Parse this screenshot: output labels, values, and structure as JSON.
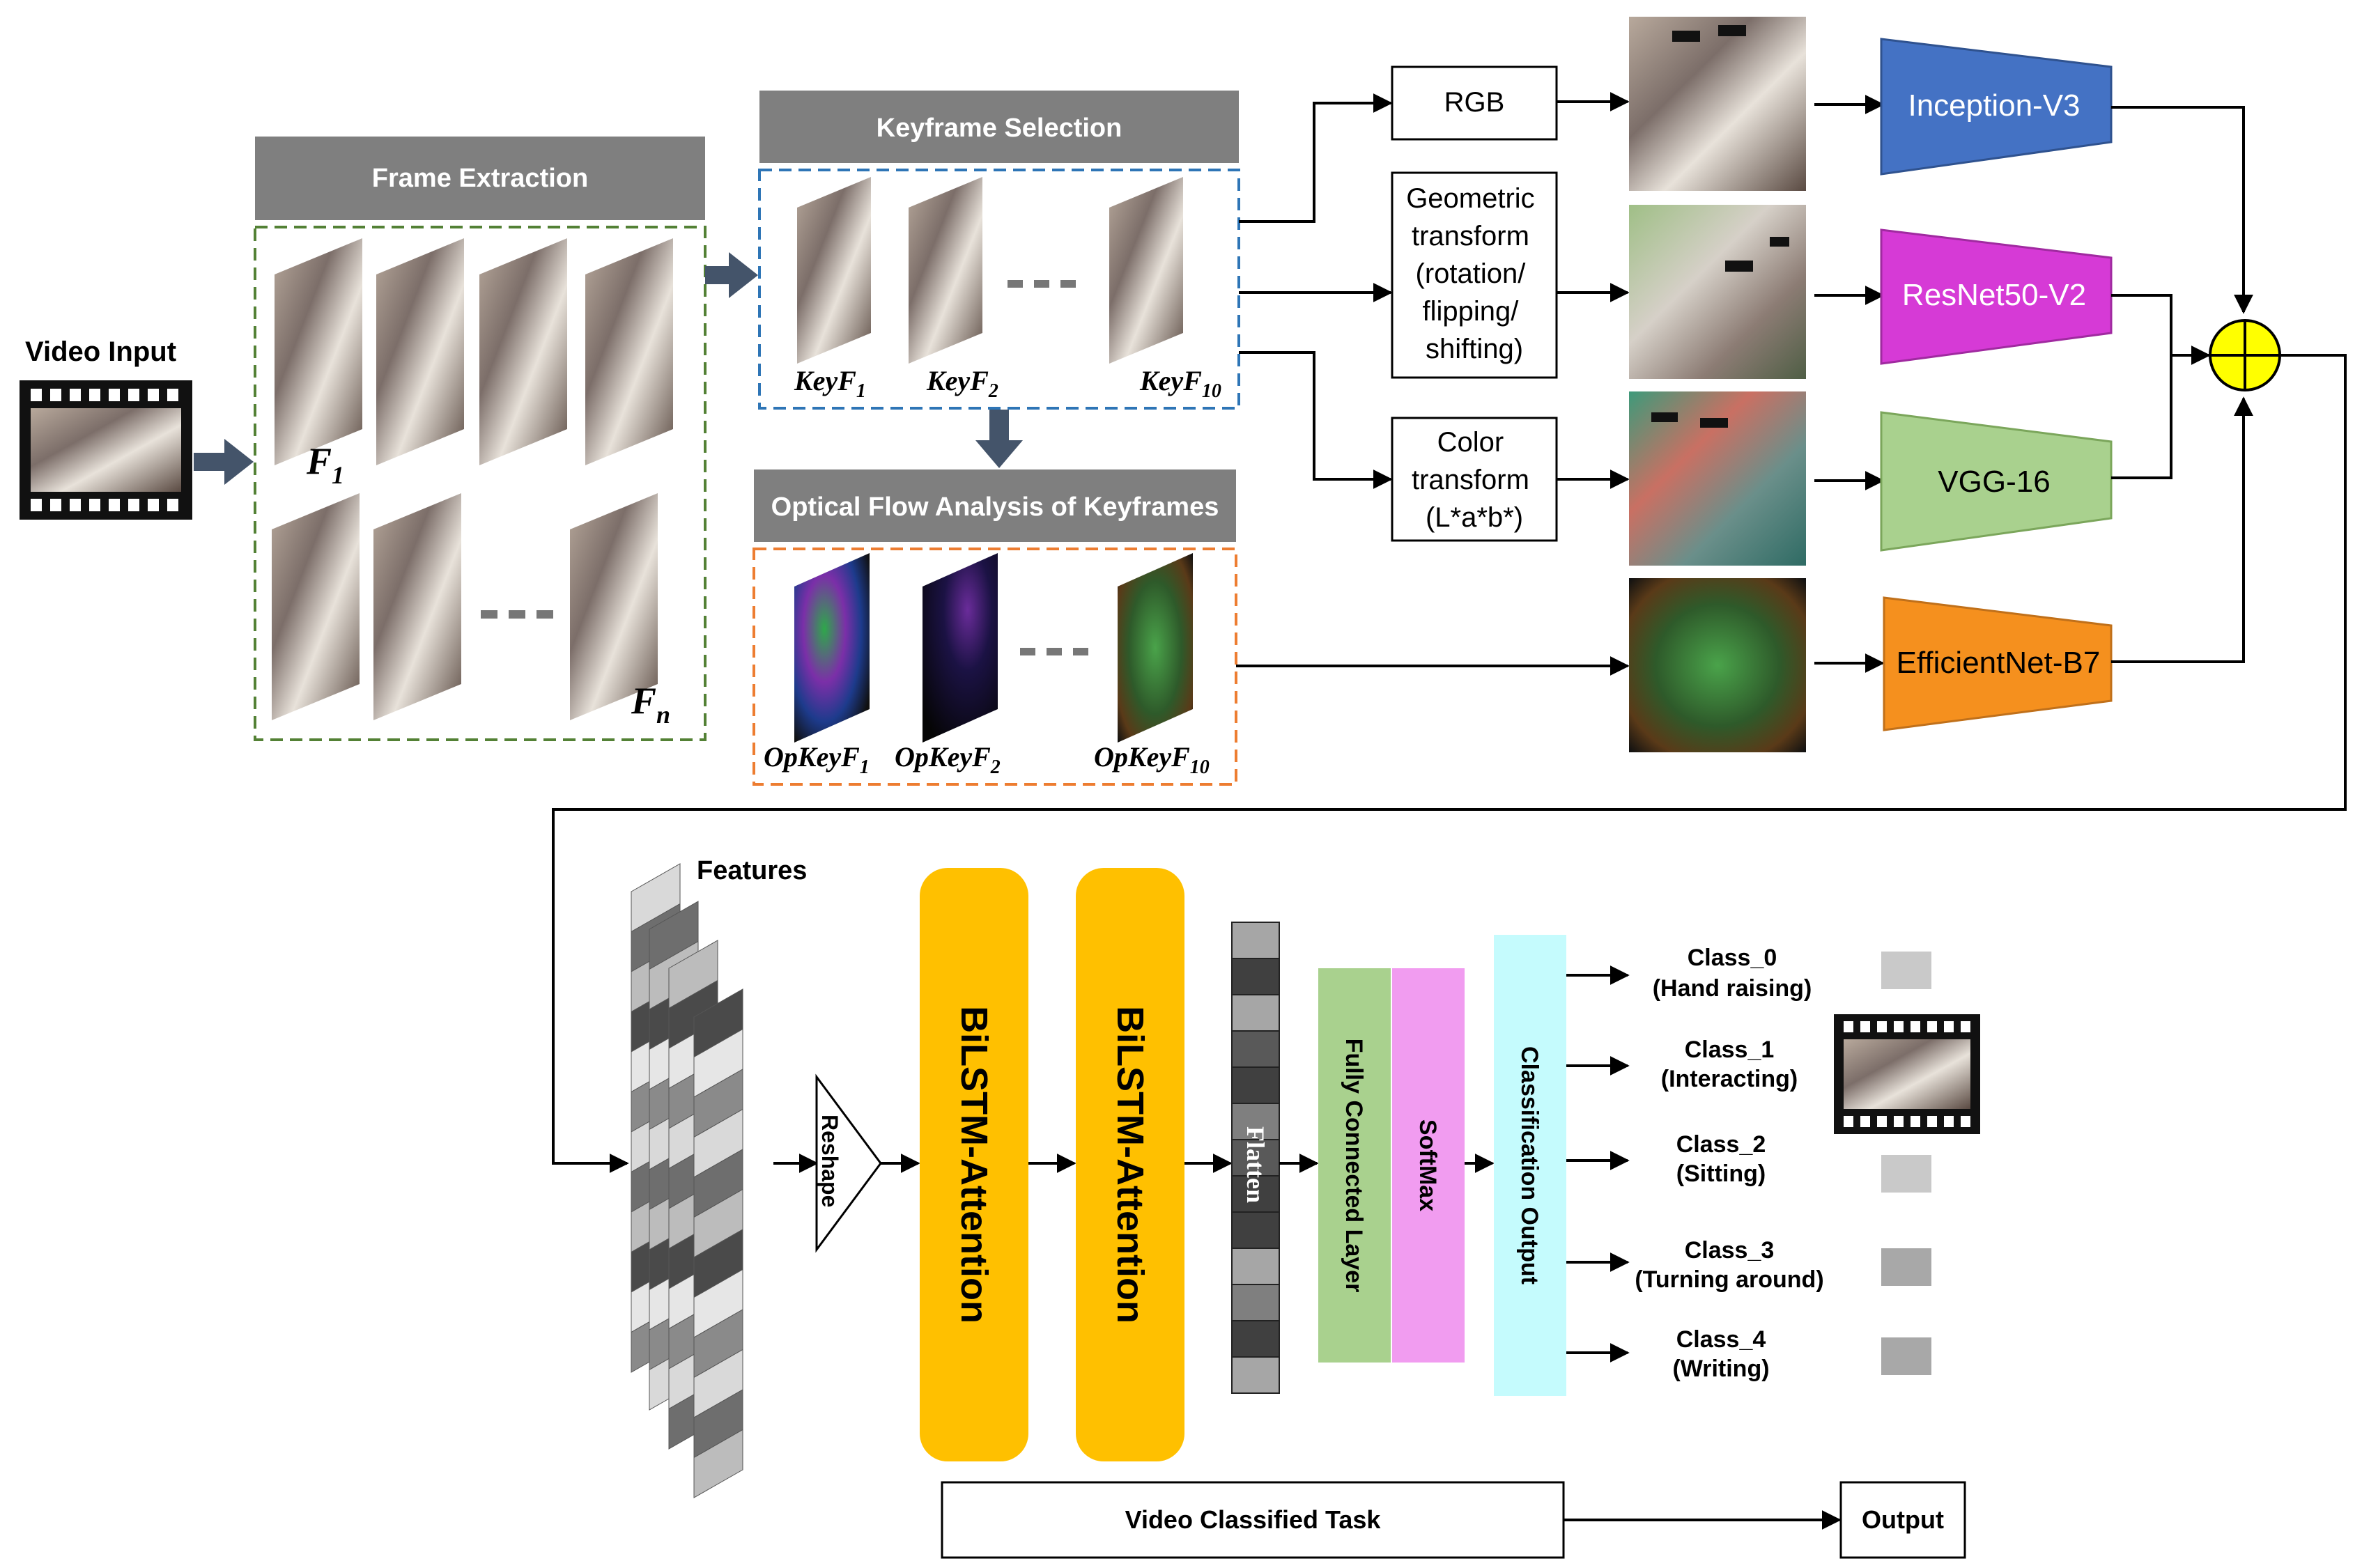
{
  "video_input": {
    "label": "Video Input"
  },
  "frame_extraction": {
    "title": "Frame Extraction",
    "f1": "F",
    "f1_sub": "1",
    "fn": "F",
    "fn_sub": "n"
  },
  "keyframe_selection": {
    "title": "Keyframe Selection",
    "k1": "KeyF",
    "k1_sub": "1",
    "k2": "KeyF",
    "k2_sub": "2",
    "k10": "KeyF",
    "k10_sub": "10"
  },
  "optical_flow": {
    "title": "Optical Flow Analysis of Keyframes",
    "o1": "OpKeyF",
    "o1_sub": "1",
    "o2": "OpKeyF",
    "o2_sub": "2",
    "o10": "OpKeyF",
    "o10_sub": "10"
  },
  "transforms": {
    "rgb": "RGB",
    "geometric": [
      "Geometric",
      "transform",
      "(rotation/",
      "flipping/",
      "shifting)"
    ],
    "color": [
      "Color",
      "transform",
      "(L*a*b*)"
    ]
  },
  "models": {
    "inception": "Inception-V3",
    "resnet": "ResNet50-V2",
    "vgg": "VGG-16",
    "efficientnet": "EfficientNet-B7"
  },
  "bottom": {
    "features": "Features",
    "reshape": "Reshape",
    "bilstm1": "BiLSTM-Attention",
    "bilstm2": "BiLSTM-Attention",
    "flatten": "Flatten",
    "fc": "Fully Connected Layer",
    "softmax": "SoftMax",
    "classification": "Classification Output"
  },
  "classes": [
    {
      "name": "Class_0",
      "desc": "(Hand raising)"
    },
    {
      "name": "Class_1",
      "desc": "(Interacting)"
    },
    {
      "name": "Class_2",
      "desc": "(Sitting)"
    },
    {
      "name": "Class_3",
      "desc": "(Turning around)"
    },
    {
      "name": "Class_4",
      "desc": "(Writing)"
    }
  ],
  "task": {
    "label": "Video Classified Task",
    "output": "Output"
  },
  "colors": {
    "header_gray": "#7f7f7f",
    "green_dash": "#538135",
    "blue_dash": "#2e75b6",
    "orange_dash": "#ed7d31",
    "inception": "#4472c4",
    "resnet": "#d63ad6",
    "vgg": "#a9d18e",
    "efficientnet": "#f5901e",
    "fusion": "#ffff00",
    "bilstm": "#ffc000",
    "fc": "#a9d18e",
    "softmax": "#f19cf0",
    "classification": "#c5fbfd"
  }
}
